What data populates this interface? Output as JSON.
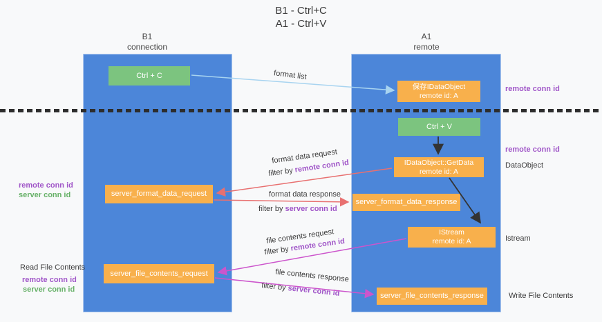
{
  "title": {
    "line1": "B1 - Ctrl+C",
    "line2": "A1 - Ctrl+V"
  },
  "lanes": {
    "left": {
      "name": "B1",
      "role": "connection"
    },
    "right": {
      "name": "A1",
      "role": "remote"
    }
  },
  "nodes": {
    "ctrl_c": {
      "label": "Ctrl + C"
    },
    "save_idataobject": {
      "line1": "保存IDataObject",
      "line2": "remote id: A"
    },
    "ctrl_v": {
      "label": "Ctrl + V"
    },
    "getdata": {
      "line1": "IDataObject::GetData",
      "line2": "remote id: A"
    },
    "format_request": {
      "label": "server_format_data_request"
    },
    "format_response": {
      "label": "server_format_data_response"
    },
    "istream": {
      "line1": "IStream",
      "line2": "remote id: A"
    },
    "file_request": {
      "label": "server_file_contents_request"
    },
    "file_response": {
      "label": "server_file_contents_response"
    }
  },
  "edge_labels": {
    "format_list": "format list",
    "format_data_request": "format data request",
    "filter_remote_1": {
      "prefix": "filter by ",
      "highlight": "remote conn id"
    },
    "format_data_response": "format data response",
    "filter_server_1": {
      "prefix": "filter by ",
      "highlight": "server conn id"
    },
    "file_contents_request": "file contents request",
    "filter_remote_2": {
      "prefix": "filter by ",
      "highlight": "remote conn id"
    },
    "file_contents_response": "file contents response",
    "filter_server_2": {
      "prefix": "filter by ",
      "highlight": "server conn id"
    }
  },
  "side_labels": {
    "left_mid_remote": "remote conn id",
    "left_mid_server": "server conn id",
    "read_file": "Read File Contents",
    "left_bottom_remote": "remote conn id",
    "left_bottom_server": "server conn id",
    "right_top_remote": "remote conn id",
    "right_mid_remote": "remote conn id",
    "dataobject": "DataObject",
    "istream": "Istream",
    "write_file": "Write File Contents"
  },
  "colors": {
    "lane_blue": "#4c86d9",
    "green_box": "#7cc47f",
    "orange_box": "#f8b04c",
    "purple_text": "#a056c8",
    "green_text": "#67b168",
    "arrow_salmon": "#e87070",
    "arrow_magenta": "#cc55cc",
    "arrow_lightblue": "#a8d4f0",
    "arrow_black": "#333333"
  }
}
